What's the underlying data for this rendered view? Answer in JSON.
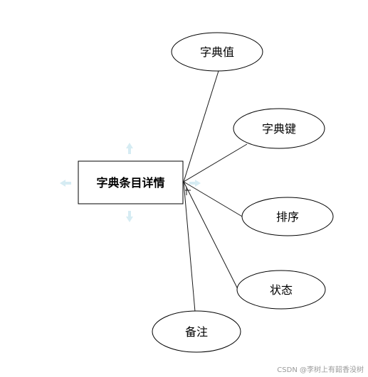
{
  "diagram": {
    "entity": {
      "label": "字典条目详情"
    },
    "attributes": [
      {
        "id": "dict-value",
        "label": "字典值"
      },
      {
        "id": "dict-key",
        "label": "字典键"
      },
      {
        "id": "sort",
        "label": "排序"
      },
      {
        "id": "status",
        "label": "状态"
      },
      {
        "id": "remark",
        "label": "备注"
      }
    ],
    "colors": {
      "stroke": "#000000",
      "hint": "#d6ecf3",
      "watermark": "#9a9a9a"
    }
  },
  "watermark": {
    "text": "CSDN @李树上有韶香没树"
  }
}
